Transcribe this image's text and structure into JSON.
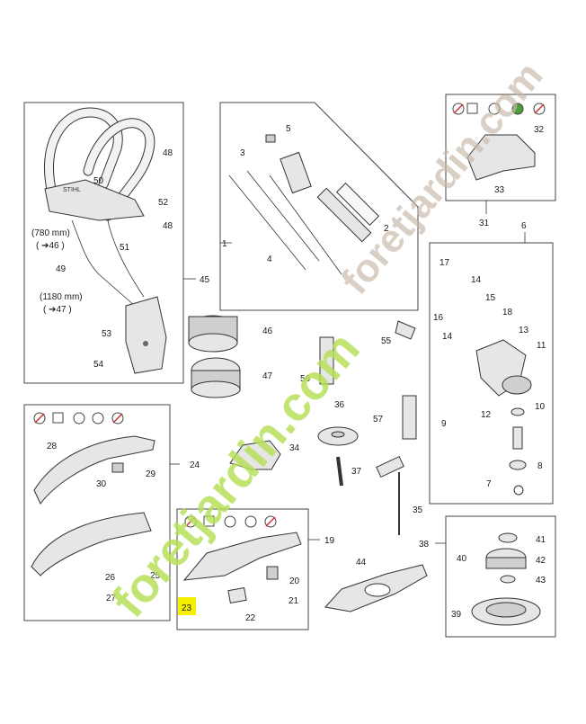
{
  "watermark": {
    "line1": "foretjardin.com",
    "line2": "foretjardin.com",
    "color1": "#c8b8a8",
    "color2": "#b6e05a"
  },
  "harness": {
    "callouts": [
      "48",
      "50",
      "52",
      "48",
      "51",
      "49",
      "53",
      "54"
    ],
    "group": "45",
    "note_780": "(780 mm)",
    "note_780_ref": "( ➔46 )",
    "note_1180": "(1180 mm)",
    "note_1180_ref": "( ➔47 )",
    "brand": "STIHL"
  },
  "shaft": {
    "callouts": [
      "5",
      "3",
      "2",
      "4",
      "55"
    ],
    "group": "1"
  },
  "rolls": [
    "46",
    "47"
  ],
  "tubes": [
    "56",
    "57"
  ],
  "parts_mid": [
    "36",
    "37",
    "34",
    "35",
    "44"
  ],
  "head_topright": {
    "callouts": [
      "32",
      "33"
    ],
    "group": "31"
  },
  "gearbox": {
    "callouts": [
      "17",
      "14",
      "15",
      "16",
      "18",
      "14",
      "13",
      "11",
      "10",
      "9",
      "12",
      "8",
      "7"
    ],
    "group": "6"
  },
  "guard_left": {
    "callouts": [
      "28",
      "29",
      "30",
      "26",
      "25",
      "27"
    ],
    "group": "24"
  },
  "guard_mid": {
    "callouts": [
      "20",
      "21",
      "23",
      "22"
    ],
    "group": "19",
    "highlight": "23",
    "highlight_color": "#f4f000"
  },
  "mowing_head": {
    "callouts": [
      "41",
      "40",
      "42",
      "43",
      "39"
    ],
    "group": "38"
  },
  "tool_icons": [
    "no-sign-icon",
    "grass-blade-icon",
    "three-tooth-blade-icon",
    "saw-blade-icon",
    "brush-knife-icon"
  ]
}
